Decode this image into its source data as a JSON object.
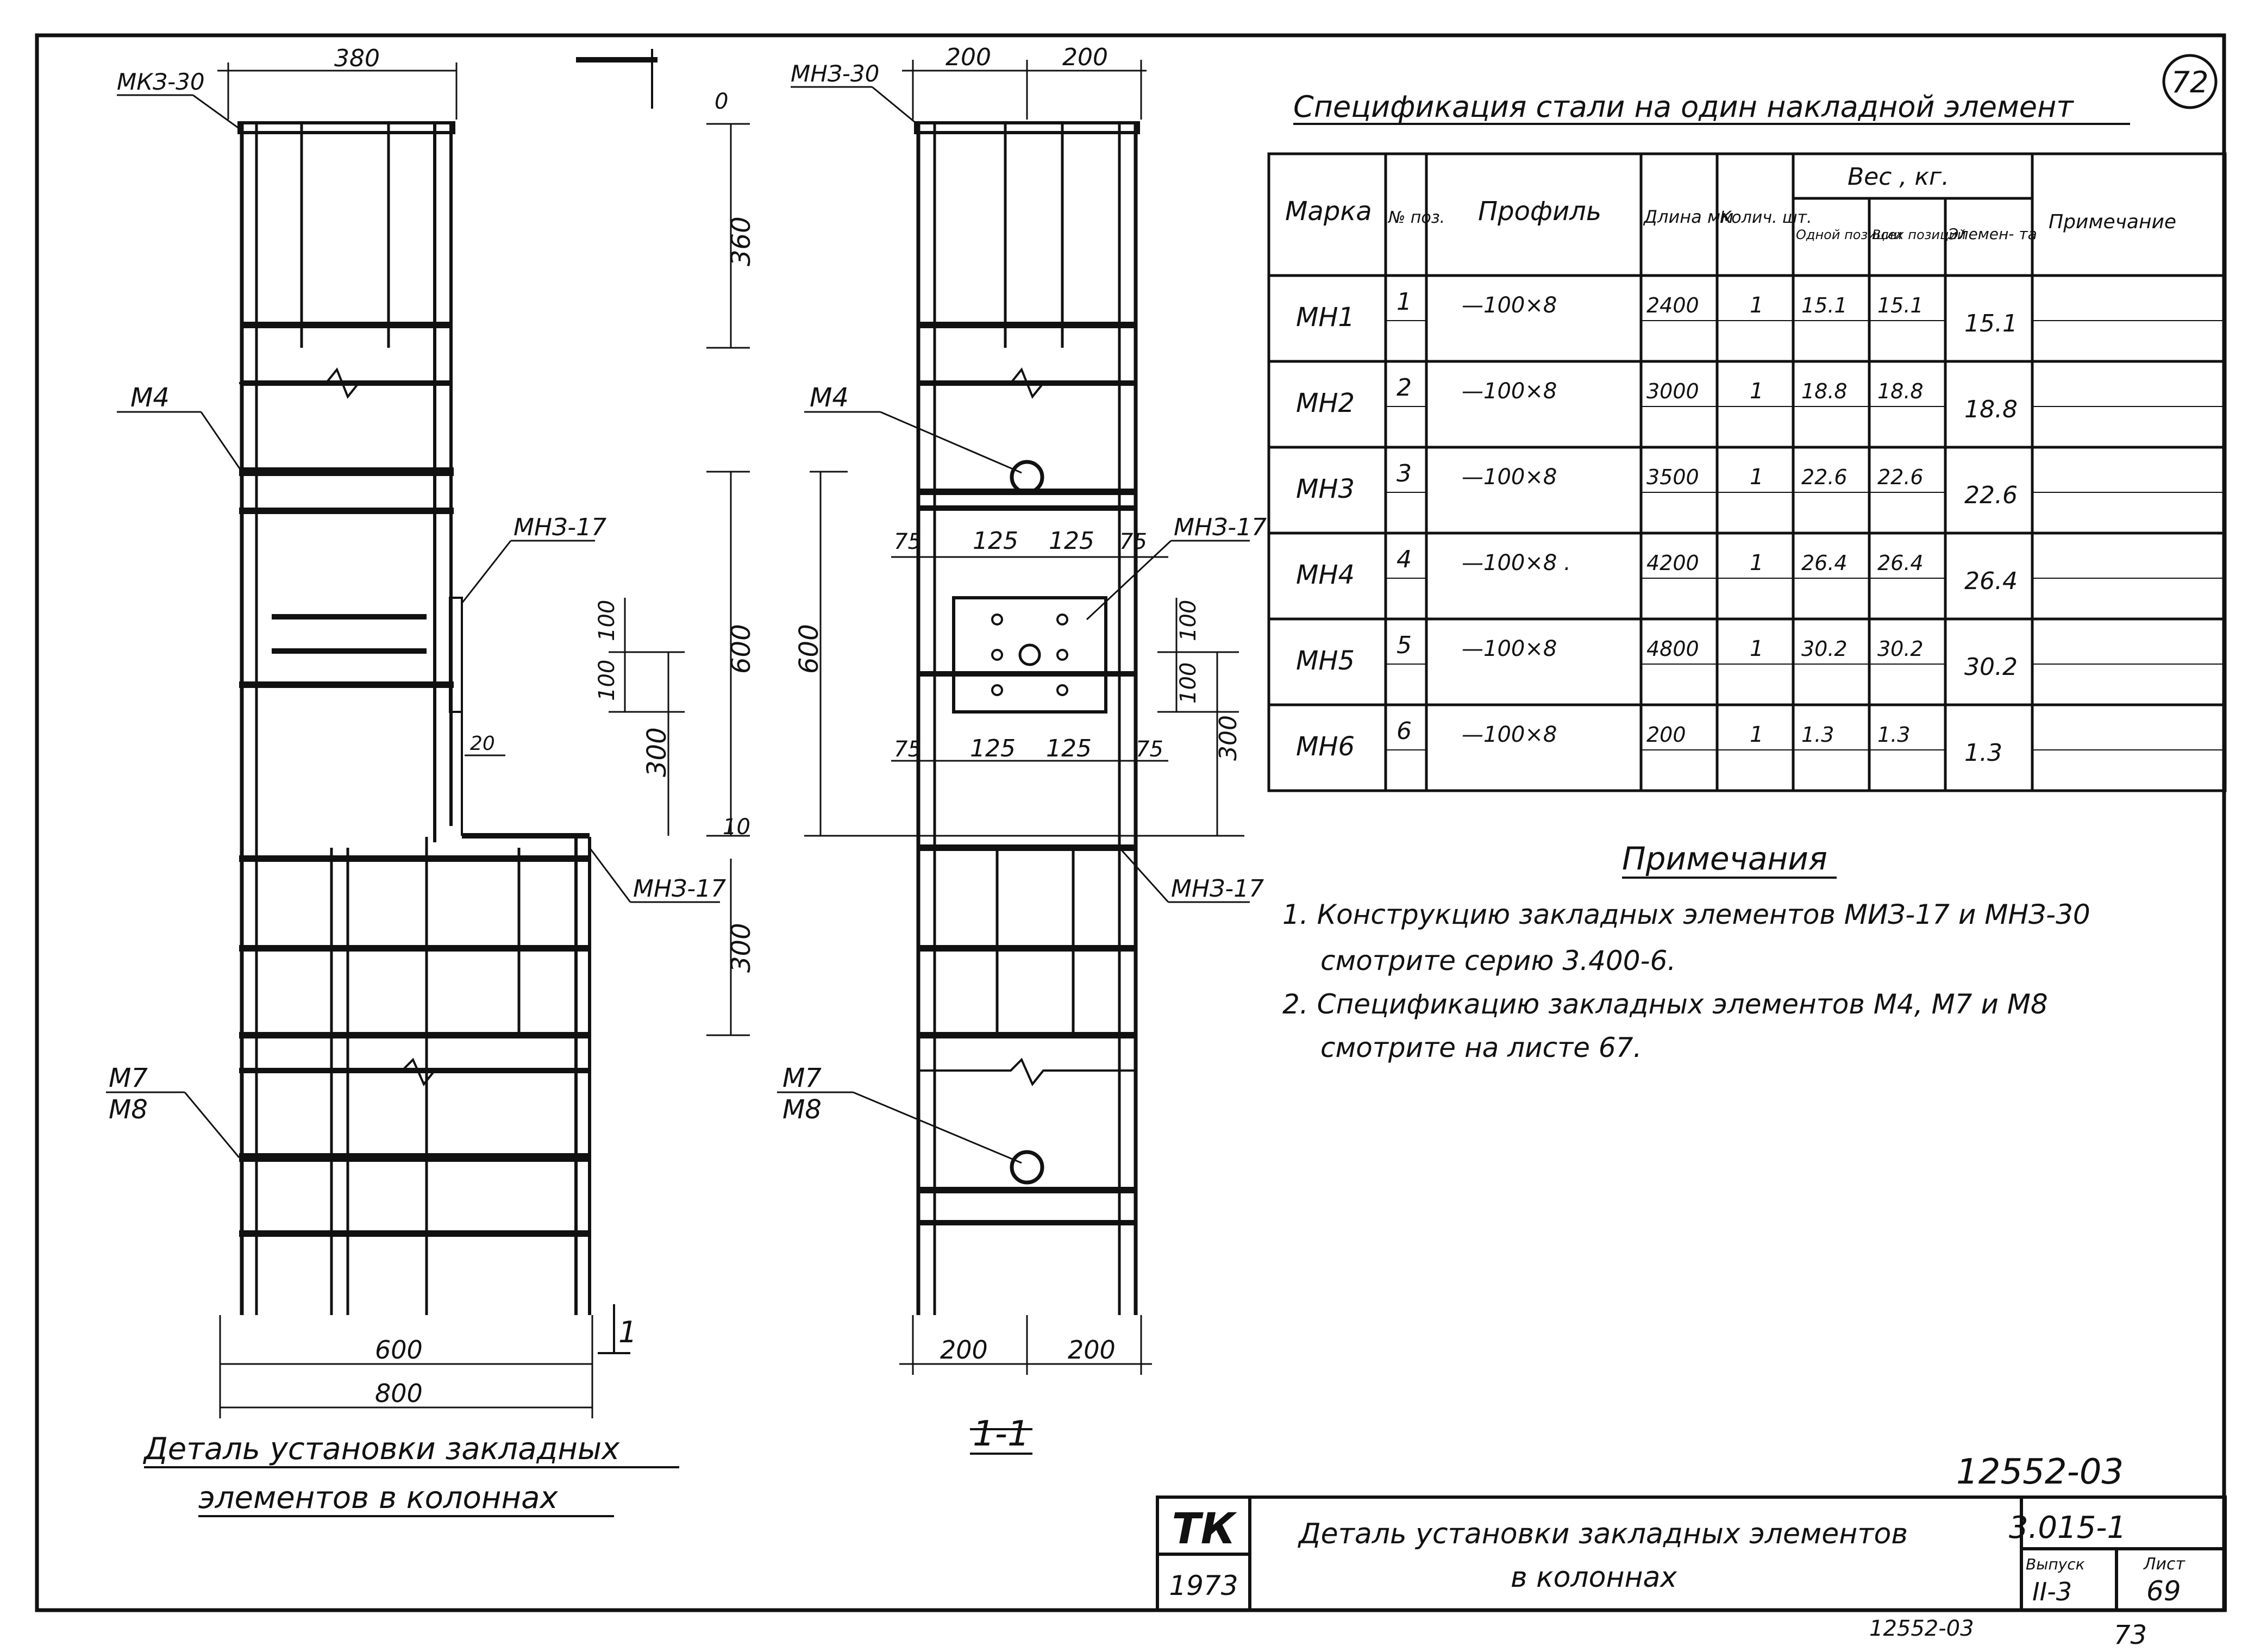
{
  "sheet": {
    "page_mark": "72",
    "bottom_page_mark": "73",
    "doc_code": "12552-03",
    "doc_code_bottom": "12552-03"
  },
  "left_view": {
    "labels": {
      "top_element": "МКЗ-30",
      "m4": "М4",
      "m7": "М7",
      "m8": "М8",
      "mn_mid": "МНЗ-17",
      "mn_low": "МНЗ-17"
    },
    "dims": {
      "top_width": "380",
      "top_zero": "0",
      "d360": "360",
      "d600": "600",
      "d100a": "100",
      "d100b": "100",
      "d300a": "300",
      "d20": "20",
      "d10": "10",
      "d300b": "300",
      "bottom_600": "600",
      "bottom_800": "800"
    },
    "section_mark": "1",
    "caption_line1": "Деталь установки закладных",
    "caption_line2": "элементов в колоннах"
  },
  "section_view": {
    "labels": {
      "top_element": "МНЗ-30",
      "m4": "М4",
      "mn_plate": "МНЗ-17",
      "mn_low": "МНЗ-17",
      "m7": "М7",
      "m8": "М8"
    },
    "dims": {
      "top_left": "200",
      "top_right": "200",
      "d75a": "75",
      "d125a": "125",
      "d125b": "125",
      "d75b": "75",
      "d600": "600",
      "d100a": "100",
      "d100b": "100",
      "d300": "300",
      "d75c": "75",
      "d125c": "125",
      "d125d": "125",
      "d75d": "75",
      "bottom_left": "200",
      "bottom_right": "200"
    },
    "caption": "1-1"
  },
  "spec": {
    "title": "Спецификация стали на один накладной элемент",
    "headers": {
      "mark": "Марка",
      "pos": "№ поз.",
      "profile": "Профиль",
      "length": "Длина мм",
      "qty": "Колич. шт.",
      "weight_group": "Вес , кг.",
      "w_one": "Одной позиции",
      "w_all": "Всех позиций",
      "w_elem": "Элемен- та",
      "note": "Примечание"
    },
    "rows": [
      {
        "mark": "МН1",
        "pos": "1",
        "profile": "—100×8",
        "length": "2400",
        "qty": "1",
        "w_one": "15.1",
        "w_all": "15.1",
        "w_elem": "15.1"
      },
      {
        "mark": "МН2",
        "pos": "2",
        "profile": "—100×8",
        "length": "3000",
        "qty": "1",
        "w_one": "18.8",
        "w_all": "18.8",
        "w_elem": "18.8"
      },
      {
        "mark": "МН3",
        "pos": "3",
        "profile": "—100×8",
        "length": "3500",
        "qty": "1",
        "w_one": "22.6",
        "w_all": "22.6",
        "w_elem": "22.6"
      },
      {
        "mark": "МН4",
        "pos": "4",
        "profile": "—100×8 .",
        "length": "4200",
        "qty": "1",
        "w_one": "26.4",
        "w_all": "26.4",
        "w_elem": "26.4"
      },
      {
        "mark": "МН5",
        "pos": "5",
        "profile": "—100×8",
        "length": "4800",
        "qty": "1",
        "w_one": "30.2",
        "w_all": "30.2",
        "w_elem": "30.2"
      },
      {
        "mark": "МН6",
        "pos": "6",
        "profile": "—100×8",
        "length": "200",
        "qty": "1",
        "w_one": "1.3",
        "w_all": "1.3",
        "w_elem": "1.3"
      }
    ]
  },
  "notes": {
    "title": "Примечания",
    "items": [
      "1. Конструкцию закладных элементов МИЗ-17 и МНЗ-30",
      "смотрите серию 3.400-6.",
      "2. Спецификацию закладных элементов М4, М7 и М8",
      "смотрите на листе 67."
    ]
  },
  "title_block": {
    "org": "ТК",
    "year": "1973",
    "title_line1": "Деталь установки закладных элементов",
    "title_line2": "в колоннах",
    "series": "3.015-1",
    "issue_label": "Выпуск",
    "issue": "II-3",
    "sheet_label": "Лист",
    "sheet": "69"
  }
}
